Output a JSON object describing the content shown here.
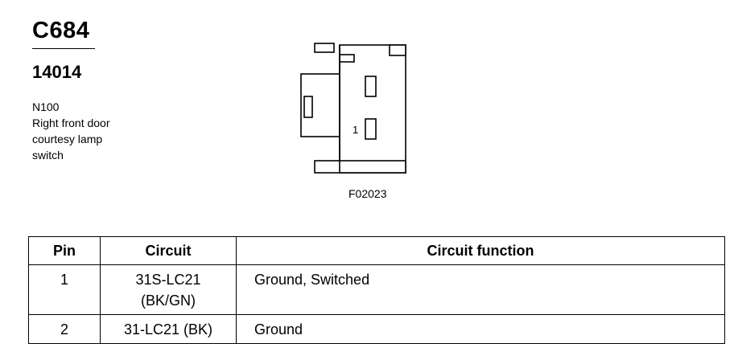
{
  "connector": {
    "id": "C684",
    "part_number": "14014",
    "description": [
      "N100",
      "Right front door",
      "courtesy lamp",
      "switch"
    ]
  },
  "diagram": {
    "pin_label": "1",
    "figure_id": "F02023"
  },
  "table": {
    "headers": {
      "pin": "Pin",
      "circuit": "Circuit",
      "function": "Circuit function"
    },
    "rows": [
      {
        "pin": "1",
        "circuit_line1": "31S-LC21",
        "circuit_line2": "(BK/GN)",
        "function": "Ground, Switched"
      },
      {
        "pin": "2",
        "circuit_line1": "31-LC21 (BK)",
        "circuit_line2": "",
        "function": "Ground"
      }
    ]
  }
}
